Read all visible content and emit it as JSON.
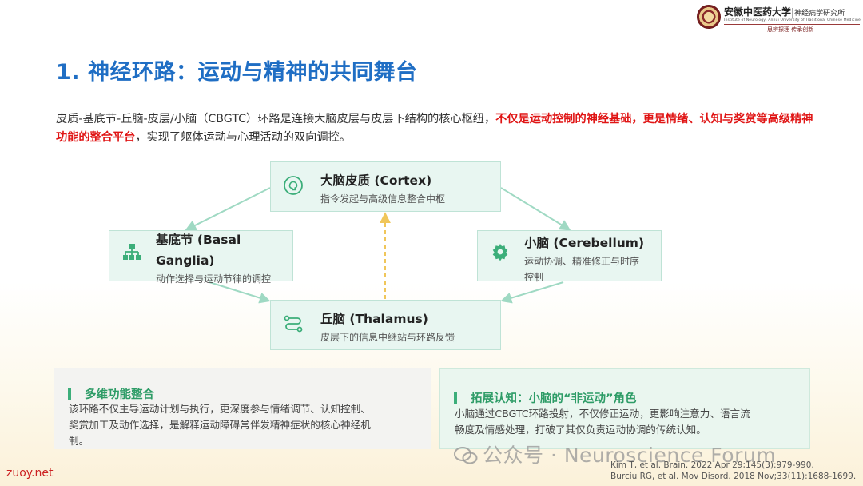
{
  "header": {
    "university_cn": "安徽中医药大学",
    "dept_cn": "神经病学研究所",
    "dept_en": "Institute of Neurology, Anhui University of Traditional Chinese Medicine",
    "motto": "思辨探理  传承创新"
  },
  "slide": {
    "title": "1. 神经环路：运动与精神的共同舞台",
    "intro": {
      "part1": "皮质-基底节-丘脑-皮层/小脑（CBGTC）环路是连接大脑皮层与皮层下结构的核心枢纽，",
      "highlight": "不仅是运动控制的神经基础，更是情绪、认知与奖赏等高级精神功能的整合平台",
      "part2": "，实现了躯体运动与心理活动的双向调控。"
    }
  },
  "diagram": {
    "cortex": {
      "title": "大脑皮质 (Cortex)",
      "subtitle": "指令发起与高级信息整合中枢"
    },
    "basal": {
      "title_line1": "基底节 (Basal",
      "title_line2": "Ganglia)",
      "subtitle": "动作选择与运动节律的调控"
    },
    "cerebellum": {
      "title": "小脑 (Cerebellum)",
      "subtitle_line1": "运动协调、精准修正与时序",
      "subtitle_line2": "控制"
    },
    "thalamus": {
      "title": "丘脑 (Thalamus)",
      "subtitle": "皮层下的信息中继站与环路反馈"
    },
    "icons": {
      "cortex": "brain-icon",
      "basal": "hierarchy-icon",
      "cerebellum": "gear-icon",
      "thalamus": "route-icon"
    },
    "colors": {
      "node_bg": "#e8f6f1",
      "node_border": "#bfe3d6",
      "accent": "#3cae7a",
      "arrow": "#9fd9c3",
      "dashed": "#f0c65a"
    }
  },
  "boxes": {
    "left": {
      "title": "多维功能整合",
      "line1": "该环路不仅主导运动计划与执行，更深度参与情绪调节、认知控制、",
      "line2": "奖赏加工及动作选择，是解释运动障碍常伴发精神症状的核心神经机",
      "line3": "制。"
    },
    "right": {
      "title": "拓展认知：小脑的“非运动”角色",
      "line1": "小脑通过CBGTC环路投射，不仅修正运动，更影响注意力、语言流",
      "line2": "畅度及情感处理，打破了其仅负责运动协调的传统认知。"
    }
  },
  "watermark": "公众号 · Neuroscience Forum",
  "references": [
    "Kim T, et al. Brain. 2022 Apr 29;145(3):979-990.",
    "Burciu RG, et al. Mov Disord. 2018 Nov;33(11):1688-1699."
  ],
  "site": "zuoy.net",
  "colors": {
    "title": "#1f6ec4",
    "highlight": "#e01515",
    "box_heading": "#2e9c67",
    "site": "#cc2222"
  }
}
